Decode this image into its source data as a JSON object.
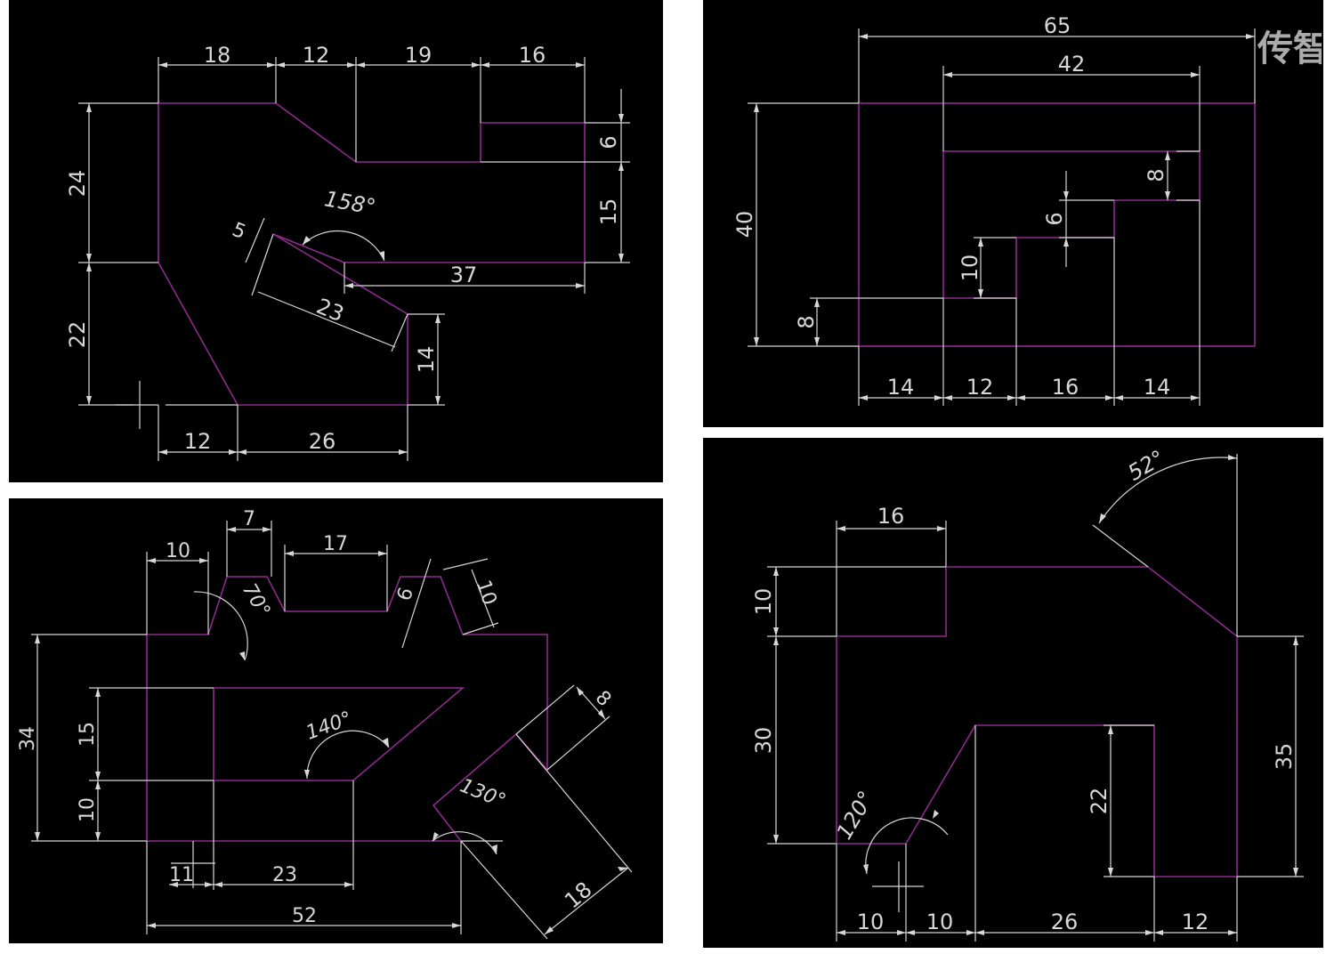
{
  "colors": {
    "background": "#000000",
    "outline": "#8e2a8e",
    "dimension": "#d7d7d7",
    "page": "#ffffff"
  },
  "watermark": "传智",
  "drawings": [
    {
      "id": "drawing-1",
      "dimensions": [
        "18",
        "12",
        "19",
        "16",
        "24",
        "22",
        "6",
        "15",
        "14",
        "37",
        "23",
        "5",
        "12",
        "26"
      ],
      "angles": [
        "158°"
      ]
    },
    {
      "id": "drawing-2",
      "dimensions": [
        "65",
        "42",
        "40",
        "8",
        "8",
        "6",
        "10",
        "14",
        "12",
        "16",
        "14"
      ],
      "angles": []
    },
    {
      "id": "drawing-3",
      "dimensions": [
        "10",
        "7",
        "17",
        "6",
        "10",
        "34",
        "15",
        "10",
        "8",
        "11",
        "23",
        "52",
        "18"
      ],
      "angles": [
        "70°",
        "140°",
        "130°"
      ]
    },
    {
      "id": "drawing-4",
      "dimensions": [
        "16",
        "10",
        "30",
        "35",
        "22",
        "10",
        "10",
        "26",
        "12"
      ],
      "angles": [
        "52°",
        "120°"
      ]
    }
  ]
}
